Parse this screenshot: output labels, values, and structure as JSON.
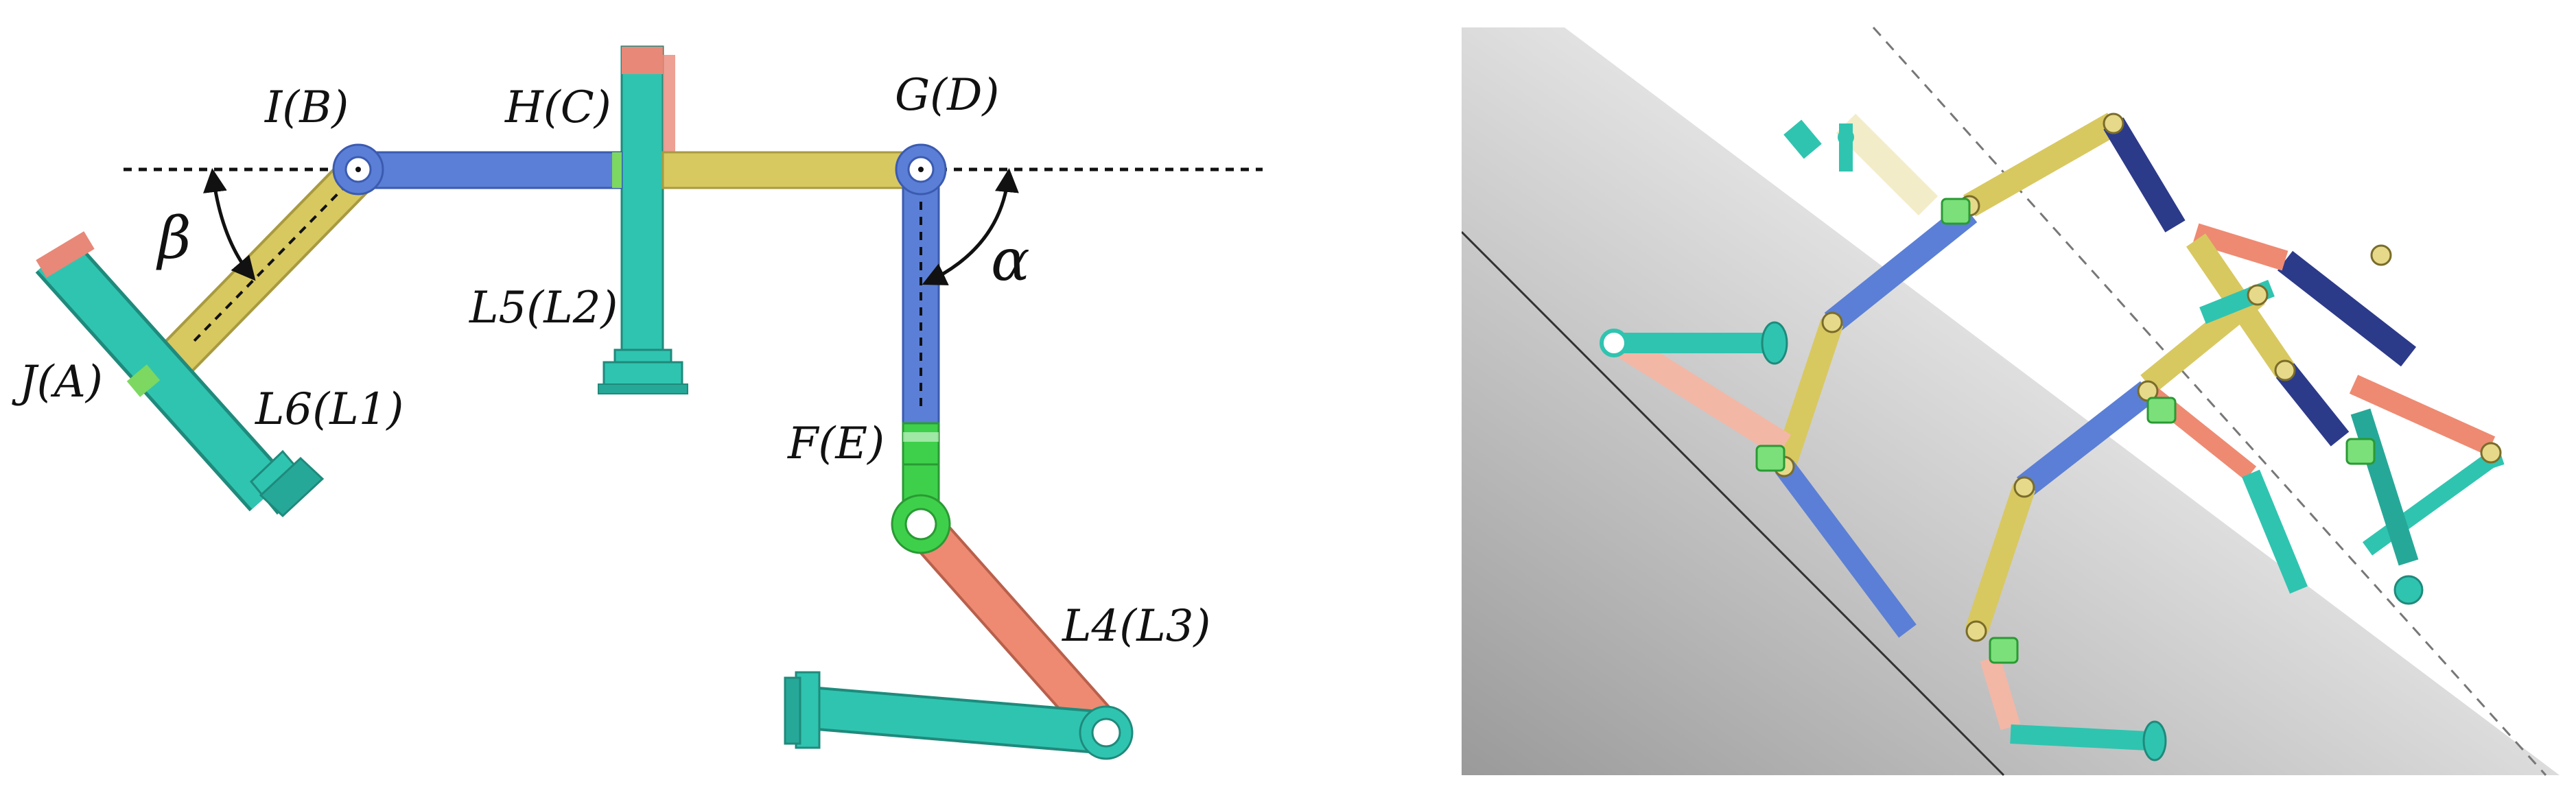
{
  "labels": {
    "I": "I(B)",
    "H": "H(C)",
    "G": "G(D)",
    "J": "J(A)",
    "L5": "L5(L2)",
    "L6": "L6(L1)",
    "F": "F(E)",
    "L4": "L4(L3)"
  },
  "angles": {
    "beta": "β",
    "alpha": "α"
  },
  "colors": {
    "blue_link": "#5b7fd6",
    "yellow_link": "#d8c860",
    "teal_link": "#2fc4b0",
    "salmon_link": "#ee8a72",
    "green_joint": "#3ed04a",
    "dark_blue_link": "#2c3a8a",
    "pink_link": "#f3b7a6"
  }
}
